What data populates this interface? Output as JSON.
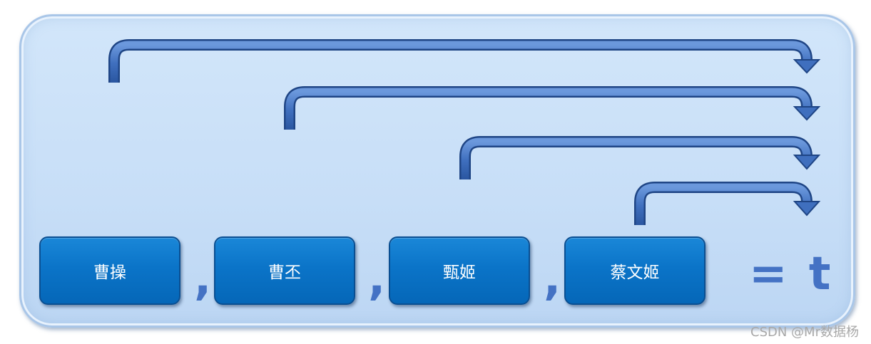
{
  "names": [
    "曹操",
    "曹丕",
    "甄姬",
    "蔡文姬"
  ],
  "separator": ",",
  "result": "= t",
  "watermark": "CSDN @Mr数据杨",
  "colors": {
    "box": "#0b74c8",
    "arrow": "#3f6fbe",
    "text_accent": "#4472c4",
    "panel": "#c7def7"
  }
}
